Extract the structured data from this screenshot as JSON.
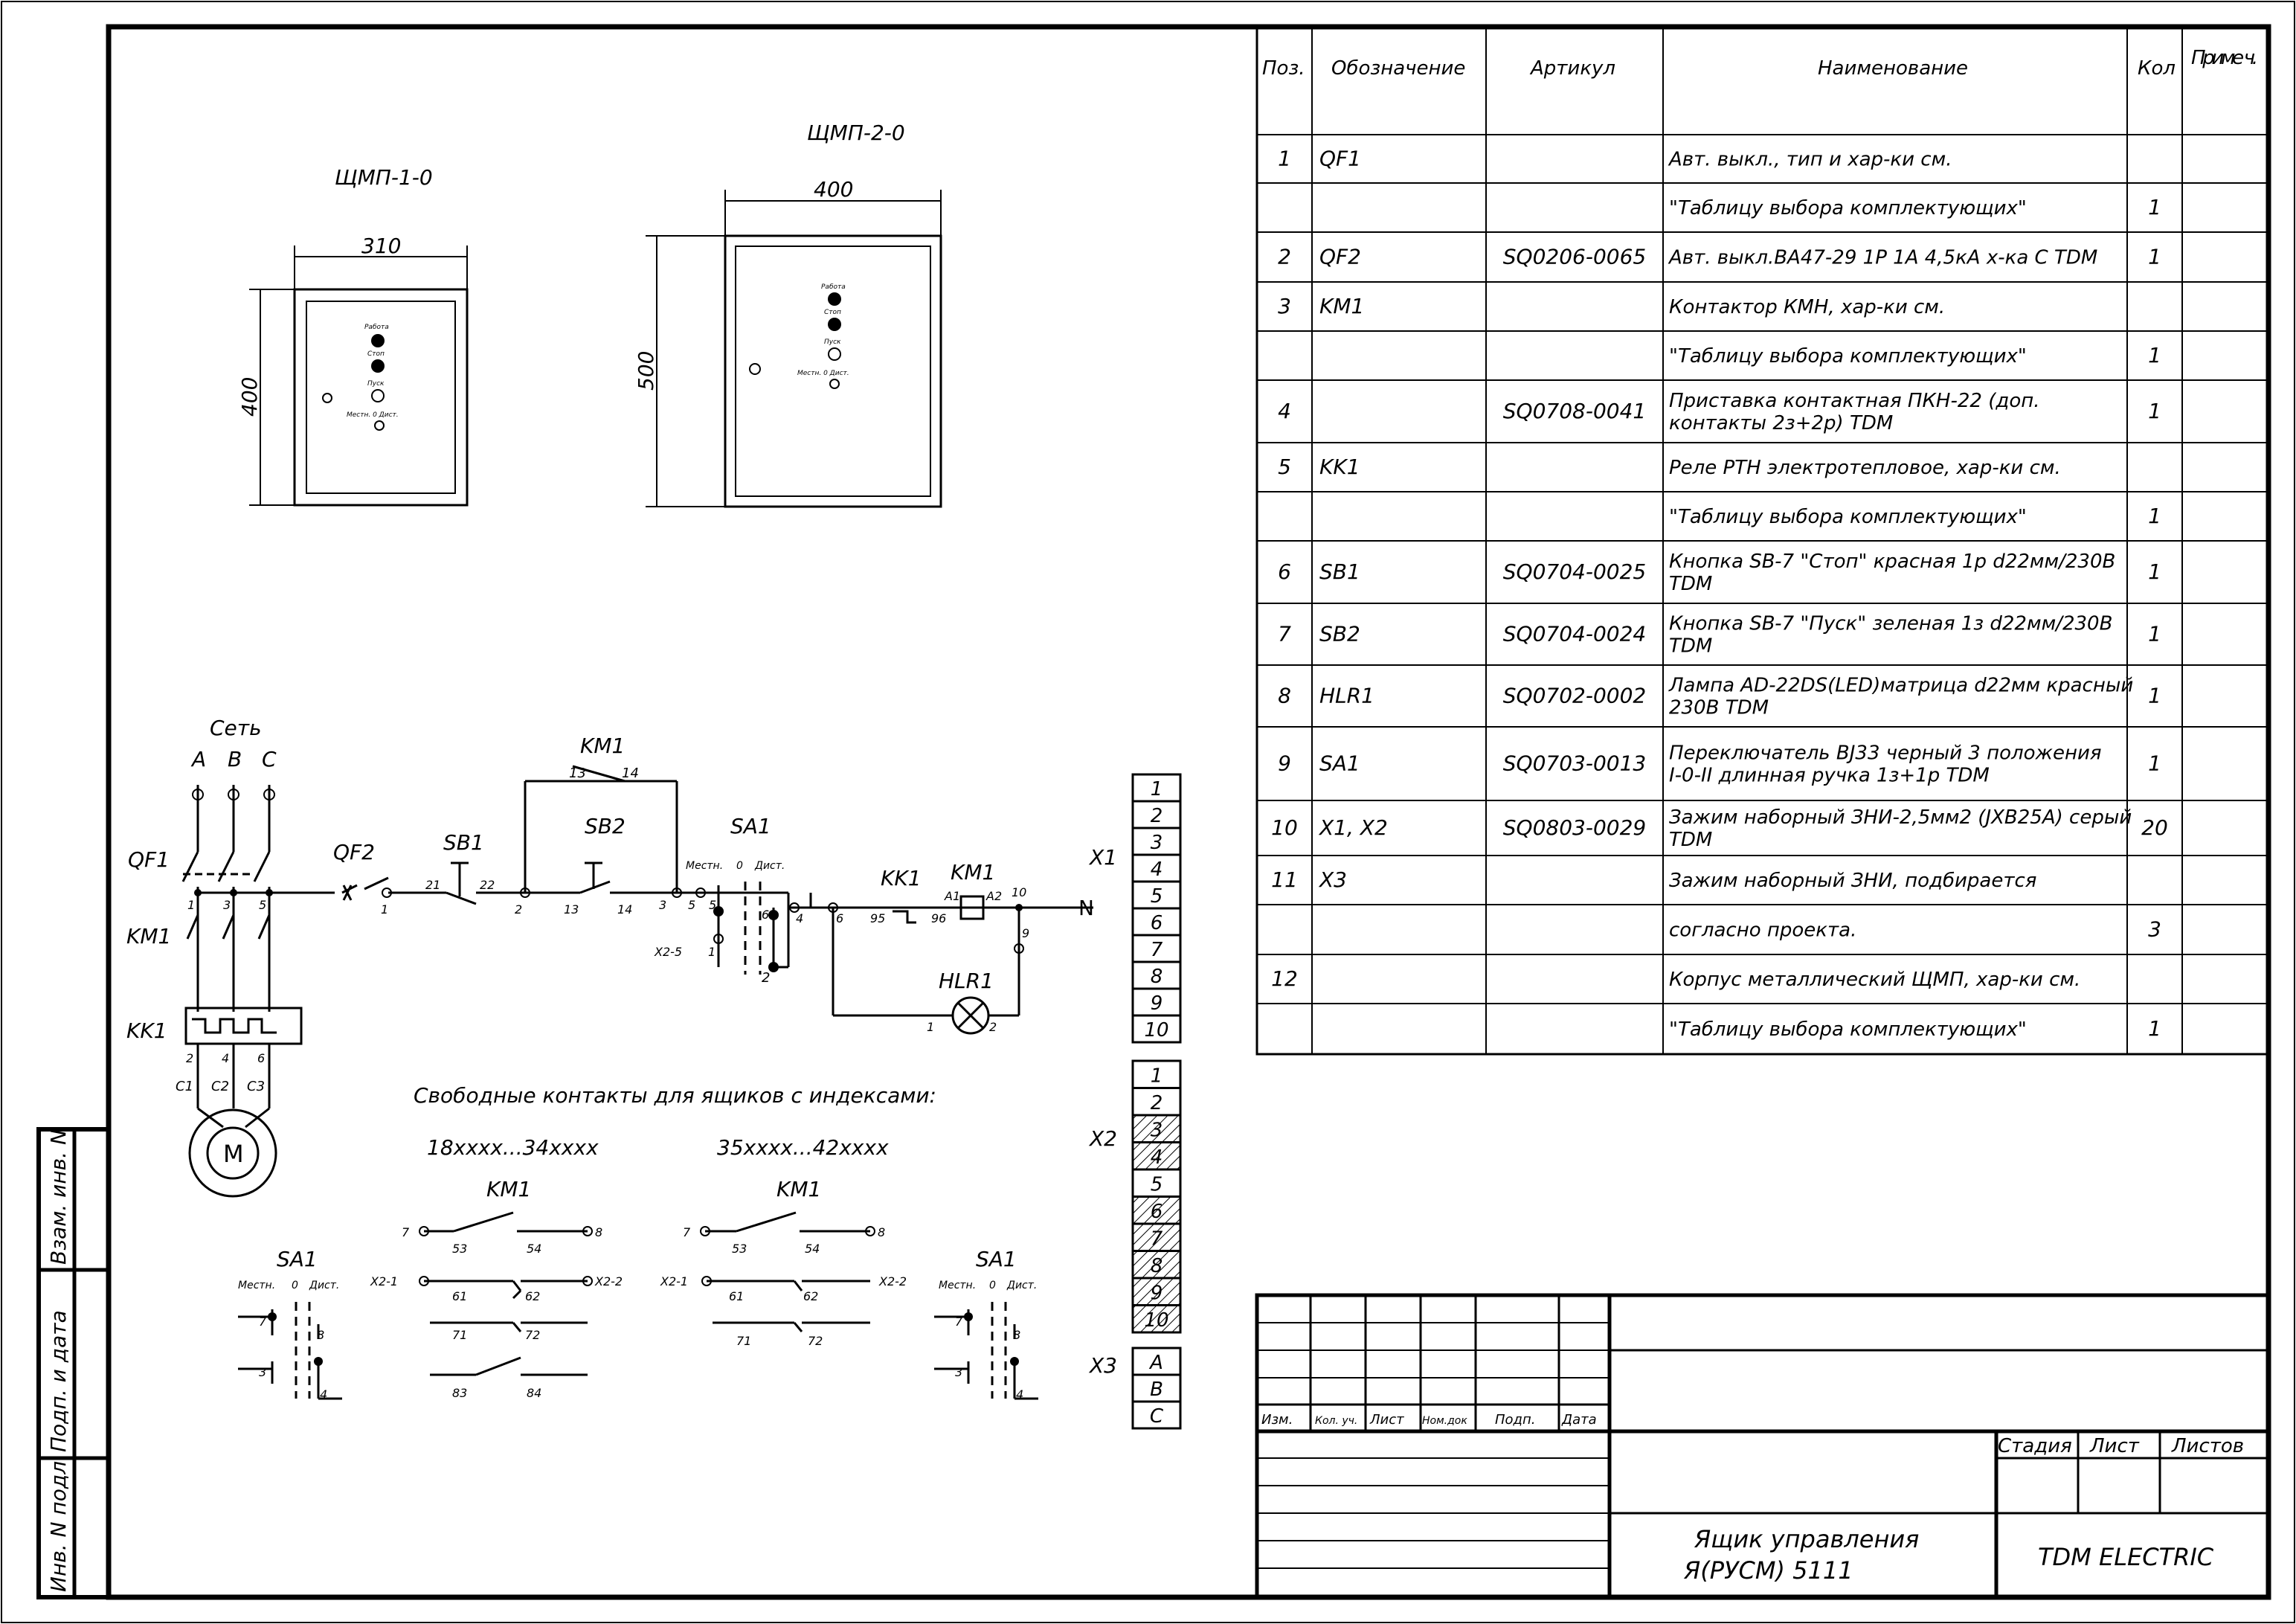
{
  "enclosures": [
    {
      "name": "ЩМП-1-0",
      "width": "310",
      "height": "400"
    },
    {
      "name": "ЩМП-2-0",
      "width": "400",
      "height": "500"
    }
  ],
  "panel_labels": {
    "work": "Работа",
    "stop": "Стоп",
    "start": "Пуск",
    "switch": "Местн. 0  Дист."
  },
  "schematic": {
    "net": "Сеть",
    "phases": [
      "A",
      "B",
      "C"
    ],
    "qf1": "QF1",
    "qf2": "QF2",
    "km1": "KM1",
    "kk1": "KK1",
    "sb1": "SB1",
    "sb2": "SB2",
    "sa1": "SA1",
    "hlr1": "HLR1",
    "motor": "M",
    "neutral": "N",
    "local": "Местн.",
    "zero": "0",
    "remote": "Дист.",
    "qf1_terms": [
      "1",
      "3",
      "5"
    ],
    "kk1_terms": [
      "2",
      "4",
      "6"
    ],
    "motor_terms": [
      "C1",
      "C2",
      "C3"
    ],
    "wires": {
      "w1": "1",
      "w21": "21",
      "w22": "22",
      "w2": "2",
      "w13": "13",
      "w14": "14",
      "w3": "3",
      "w5": "5",
      "w4": "4",
      "w6": "6",
      "w95": "95",
      "w96": "96",
      "wA1": "A1",
      "wA2": "A2",
      "w10": "10",
      "w9": "9",
      "x25": "X2-5",
      "w1b": "1",
      "w2b": "2",
      "l1": "1",
      "l2": "2"
    },
    "km1_contact": [
      "13",
      "14"
    ]
  },
  "free_contacts": {
    "title": "Свободные контакты для ящиков с индексами:",
    "group1": "18xxxx...34xxxx",
    "group2": "35xxxx...42xxxx",
    "km1": "KM1",
    "sa1": "SA1",
    "pins": {
      "p7": "7",
      "p8": "8",
      "p53": "53",
      "p54": "54",
      "p61": "61",
      "p62": "62",
      "p71": "71",
      "p72": "72",
      "p83": "83",
      "p84": "84",
      "x21": "X2-1",
      "x22": "X2-2",
      "p3": "3",
      "p4": "4"
    }
  },
  "terminals": {
    "x1": {
      "label": "X1",
      "items": [
        "1",
        "2",
        "3",
        "4",
        "5",
        "6",
        "7",
        "8",
        "9",
        "10"
      ]
    },
    "x2": {
      "label": "X2",
      "items": [
        "1",
        "2",
        "3",
        "4",
        "5",
        "6",
        "7",
        "8",
        "9",
        "10"
      ],
      "hatched": [
        3,
        4,
        6,
        7,
        8,
        9,
        10
      ]
    },
    "x3": {
      "label": "X3",
      "items": [
        "A",
        "B",
        "C"
      ]
    }
  },
  "bom": {
    "headers": [
      "Поз.",
      "Обозначение",
      "Артикул",
      "Наименование",
      "Кол",
      "Приме ч."
    ],
    "rows": [
      [
        "1",
        "QF1",
        "",
        "Авт. выкл., тип и хар-ки см.",
        ""
      ],
      [
        "",
        "",
        "",
        "\"Таблицу выбора комплектующих\"",
        "1"
      ],
      [
        "2",
        "QF2",
        "SQ0206-0065",
        "Авт. выкл.ВА47-29 1Р 1А 4,5кА х-ка С TDM",
        "1"
      ],
      [
        "3",
        "KM1",
        "",
        "Контактор КМН, хар-ки см.",
        ""
      ],
      [
        "",
        "",
        "",
        "\"Таблицу выбора комплектующих\"",
        "1"
      ],
      [
        "4",
        "",
        "SQ0708-0041",
        "Приставка контактная ПКН-22 (доп. контакты 2з+2р) TDM",
        "1"
      ],
      [
        "5",
        "KK1",
        "",
        "Реле РТН электротепловое, хар-ки см.",
        ""
      ],
      [
        "",
        "",
        "",
        "\"Таблицу выбора комплектующих\"",
        "1"
      ],
      [
        "6",
        "SB1",
        "SQ0704-0025",
        "Кнопка SB-7 \"Стоп\" красная 1р d22мм/230В TDM",
        "1"
      ],
      [
        "7",
        "SB2",
        "SQ0704-0024",
        "Кнопка SB-7 \"Пуск\" зеленая 1з d22мм/230В TDM",
        "1"
      ],
      [
        "8",
        "HLR1",
        "SQ0702-0002",
        "Лампа AD-22DS(LED)матрица d22мм красный 230В TDM",
        "1"
      ],
      [
        "9",
        "SA1",
        "SQ0703-0013",
        "Переключатель BJ33 черный 3 положения I-0-II длинная ручка 1з+1р TDM",
        "1"
      ],
      [
        "10",
        "X1, X2",
        "SQ0803-0029",
        "Зажим наборный ЗНИ-2,5мм2 (JXB25A) серый TDM",
        "20"
      ],
      [
        "11",
        "X3",
        "",
        "Зажим наборный ЗНИ, подбирается",
        ""
      ],
      [
        "",
        "",
        "",
        "согласно проекта.",
        "3"
      ],
      [
        "12",
        "",
        "",
        "Корпус металлический ЩМП, хар-ки см.",
        ""
      ],
      [
        "",
        "",
        "",
        "\"Таблицу выбора комплектующих\"",
        "1"
      ]
    ]
  },
  "title_block": {
    "rev_headers": [
      "Изм.",
      "Кол. уч.",
      "Лист",
      "Ном.док",
      "Подп.",
      "Дата"
    ],
    "stage_headers": [
      "Стадия",
      "Лист",
      "Листов"
    ],
    "doc_title_1": "Ящик управления",
    "doc_title_2": "Я(РУСМ) 5111",
    "company": "TDM ELECTRIC"
  },
  "side_stamp": [
    "Инв. N подл.",
    "Подп. и дата",
    "Взам. инв. N"
  ]
}
